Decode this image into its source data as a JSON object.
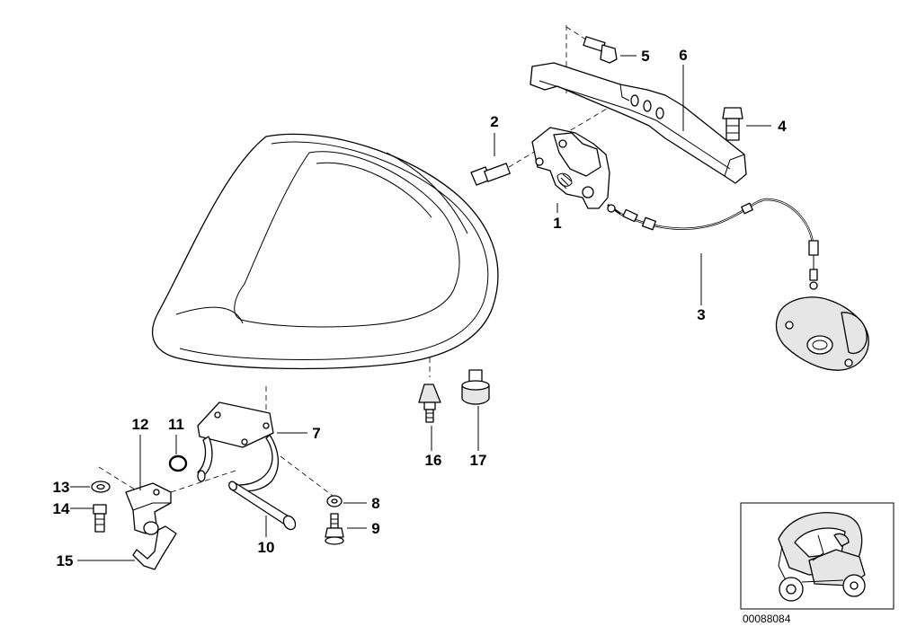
{
  "callouts": [
    {
      "id": "1",
      "label": "1"
    },
    {
      "id": "2",
      "label": "2"
    },
    {
      "id": "3",
      "label": "3"
    },
    {
      "id": "4",
      "label": "4"
    },
    {
      "id": "5",
      "label": "5"
    },
    {
      "id": "6",
      "label": "6"
    },
    {
      "id": "7",
      "label": "7"
    },
    {
      "id": "8",
      "label": "8"
    },
    {
      "id": "9",
      "label": "9"
    },
    {
      "id": "10",
      "label": "10"
    },
    {
      "id": "11",
      "label": "11"
    },
    {
      "id": "12",
      "label": "12"
    },
    {
      "id": "13",
      "label": "13"
    },
    {
      "id": "14",
      "label": "14"
    },
    {
      "id": "15",
      "label": "15"
    },
    {
      "id": "16",
      "label": "16"
    },
    {
      "id": "17",
      "label": "17"
    }
  ],
  "reference_number": "00088084"
}
